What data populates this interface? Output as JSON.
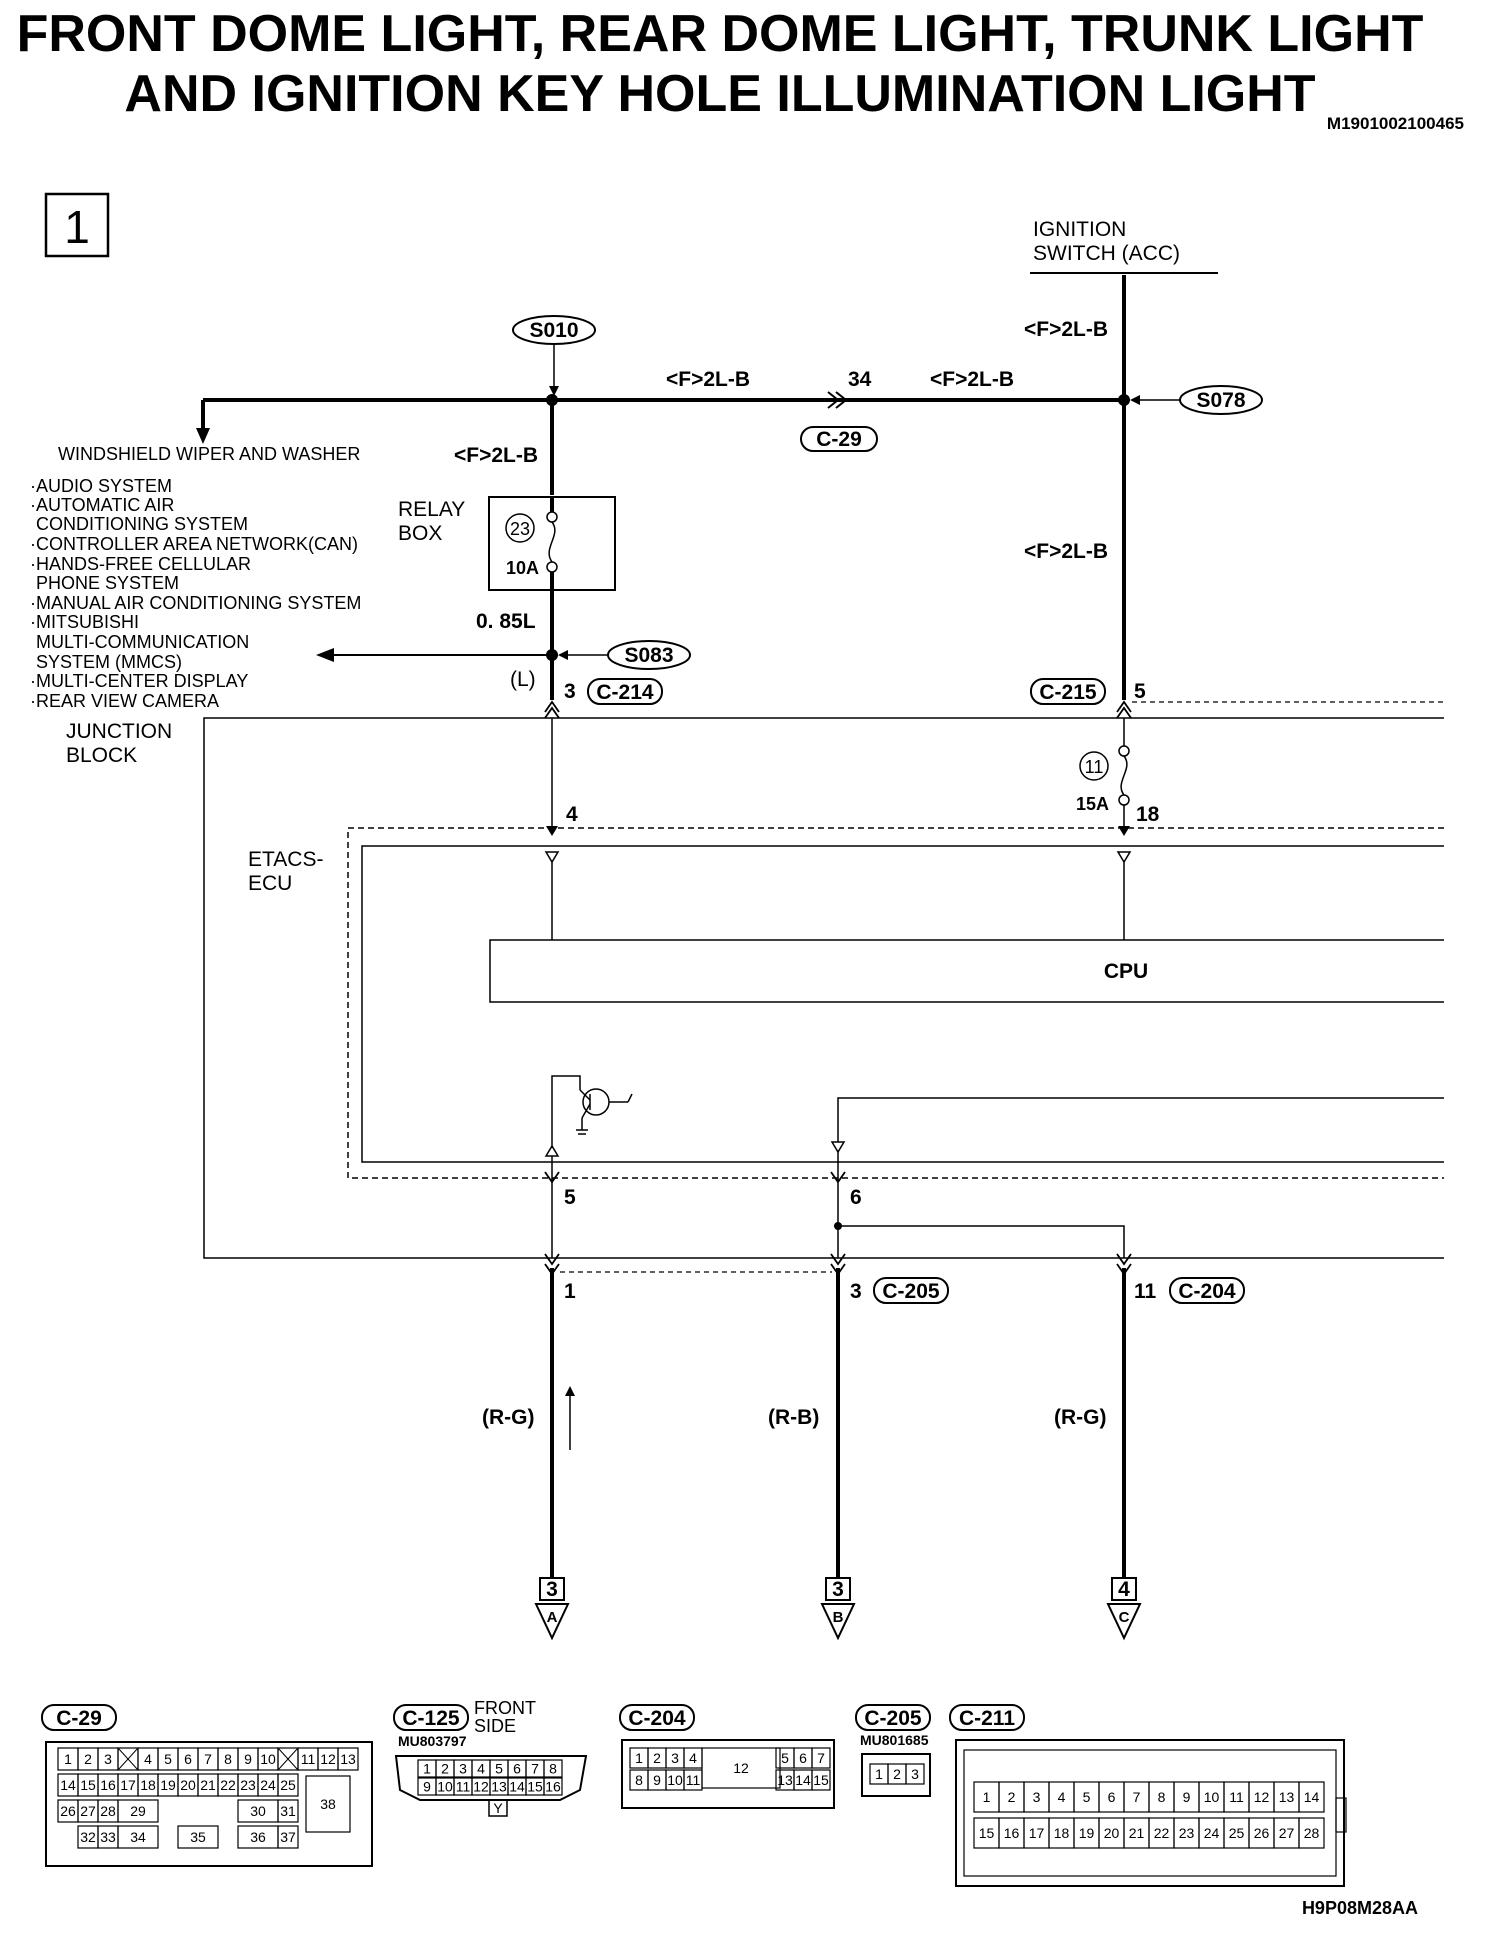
{
  "title": {
    "line1": "FRONT DOME LIGHT, REAR DOME LIGHT, TRUNK LIGHT",
    "line2": "AND IGNITION KEY HOLE ILLUMINATION LIGHT"
  },
  "doc_id": "M1901002100465",
  "bottom_code": "H9P08M28AA",
  "page_number": "1",
  "power": {
    "ignition_switch_line1": "IGNITION",
    "ignition_switch_line2": "SWITCH (ACC)"
  },
  "splices": {
    "s010": "S010",
    "s078": "S078",
    "s083": "S083"
  },
  "wires": {
    "w_top_left": "<F>2L-B",
    "w_top_right": "<F>2L-B",
    "w_ign": "<F>2L-B",
    "w_relay_feed": "<F>2L-B",
    "w_right_vertical": "<F>2L-B",
    "w_085": "0. 85L",
    "w_l": "(L)",
    "w_rg1": "(R-G)",
    "w_rb": "(R-B)",
    "w_rg2": "(R-G)"
  },
  "connectors": {
    "c29": "C-29",
    "c29_pin": "34",
    "c214": "C-214",
    "c214_pin": "3",
    "c215": "C-215",
    "c215_pin": "5",
    "c205": "C-205",
    "c205_pin": "3",
    "c204": "C-204",
    "c204_pin": "11"
  },
  "relay_box": {
    "label_line1": "RELAY",
    "label_line2": "BOX",
    "fuse_no": "23",
    "fuse_rating": "10A"
  },
  "windshield_label": "WINDSHIELD WIPER AND WASHER",
  "systems": [
    "·AUDIO SYSTEM",
    "·AUTOMATIC AIR",
    "CONDITIONING SYSTEM",
    "·CONTROLLER AREA NETWORK(CAN)",
    "·HANDS-FREE CELLULAR",
    "PHONE SYSTEM",
    "·MANUAL AIR CONDITIONING SYSTEM",
    "·MITSUBISHI",
    "MULTI-COMMUNICATION",
    "SYSTEM (MMCS)",
    "·MULTI-CENTER DISPLAY",
    "·REAR VIEW CAMERA"
  ],
  "junction_block": {
    "line1": "JUNCTION",
    "line2": "BLOCK",
    "fuse_no": "11",
    "fuse_rating": "15A",
    "pin_18": "18",
    "pin_4": "4",
    "pin_5": "5",
    "pin_6": "6",
    "pin_1": "1"
  },
  "etacs": {
    "line1": "ETACS-",
    "line2": "ECU",
    "cpu": "CPU"
  },
  "outputs": [
    {
      "page": "3",
      "letter": "A"
    },
    {
      "page": "3",
      "letter": "B"
    },
    {
      "page": "4",
      "letter": "C"
    }
  ],
  "bottom_connectors": {
    "c29": {
      "label": "C-29",
      "row1": [
        "1",
        "2",
        "3",
        "",
        "4",
        "5",
        "6",
        "7",
        "8",
        "9",
        "10",
        "",
        "11",
        "12",
        "13"
      ],
      "row2": [
        "14",
        "15",
        "16",
        "17",
        "18",
        "19",
        "20",
        "21",
        "22",
        "23",
        "24",
        "25"
      ],
      "row3": [
        "26",
        "27",
        "28",
        "29",
        "30",
        "31",
        "38"
      ],
      "row4": [
        "32",
        "33",
        "34",
        "35",
        "36",
        "37"
      ]
    },
    "c125": {
      "label": "C-125",
      "side_line1": "FRONT",
      "side_line2": "SIDE",
      "part_no": "MU803797",
      "row1": [
        "1",
        "2",
        "3",
        "4",
        "5",
        "6",
        "7",
        "8"
      ],
      "row2": [
        "9",
        "10",
        "11",
        "12",
        "13",
        "14",
        "15",
        "16"
      ],
      "color": "Y"
    },
    "c204": {
      "label": "C-204",
      "row1": [
        "1",
        "2",
        "3",
        "4",
        "12",
        "5",
        "6",
        "7"
      ],
      "row2": [
        "8",
        "9",
        "10",
        "11",
        "13",
        "14",
        "15"
      ]
    },
    "c205": {
      "label": "C-205",
      "part_no": "MU801685",
      "row1": [
        "1",
        "2",
        "3"
      ]
    },
    "c211": {
      "label": "C-211",
      "row1": [
        "1",
        "2",
        "3",
        "4",
        "5",
        "6",
        "7",
        "8",
        "9",
        "10",
        "11",
        "12",
        "13",
        "14"
      ],
      "row2": [
        "15",
        "16",
        "17",
        "18",
        "19",
        "20",
        "21",
        "22",
        "23",
        "24",
        "25",
        "26",
        "27",
        "28"
      ]
    }
  }
}
